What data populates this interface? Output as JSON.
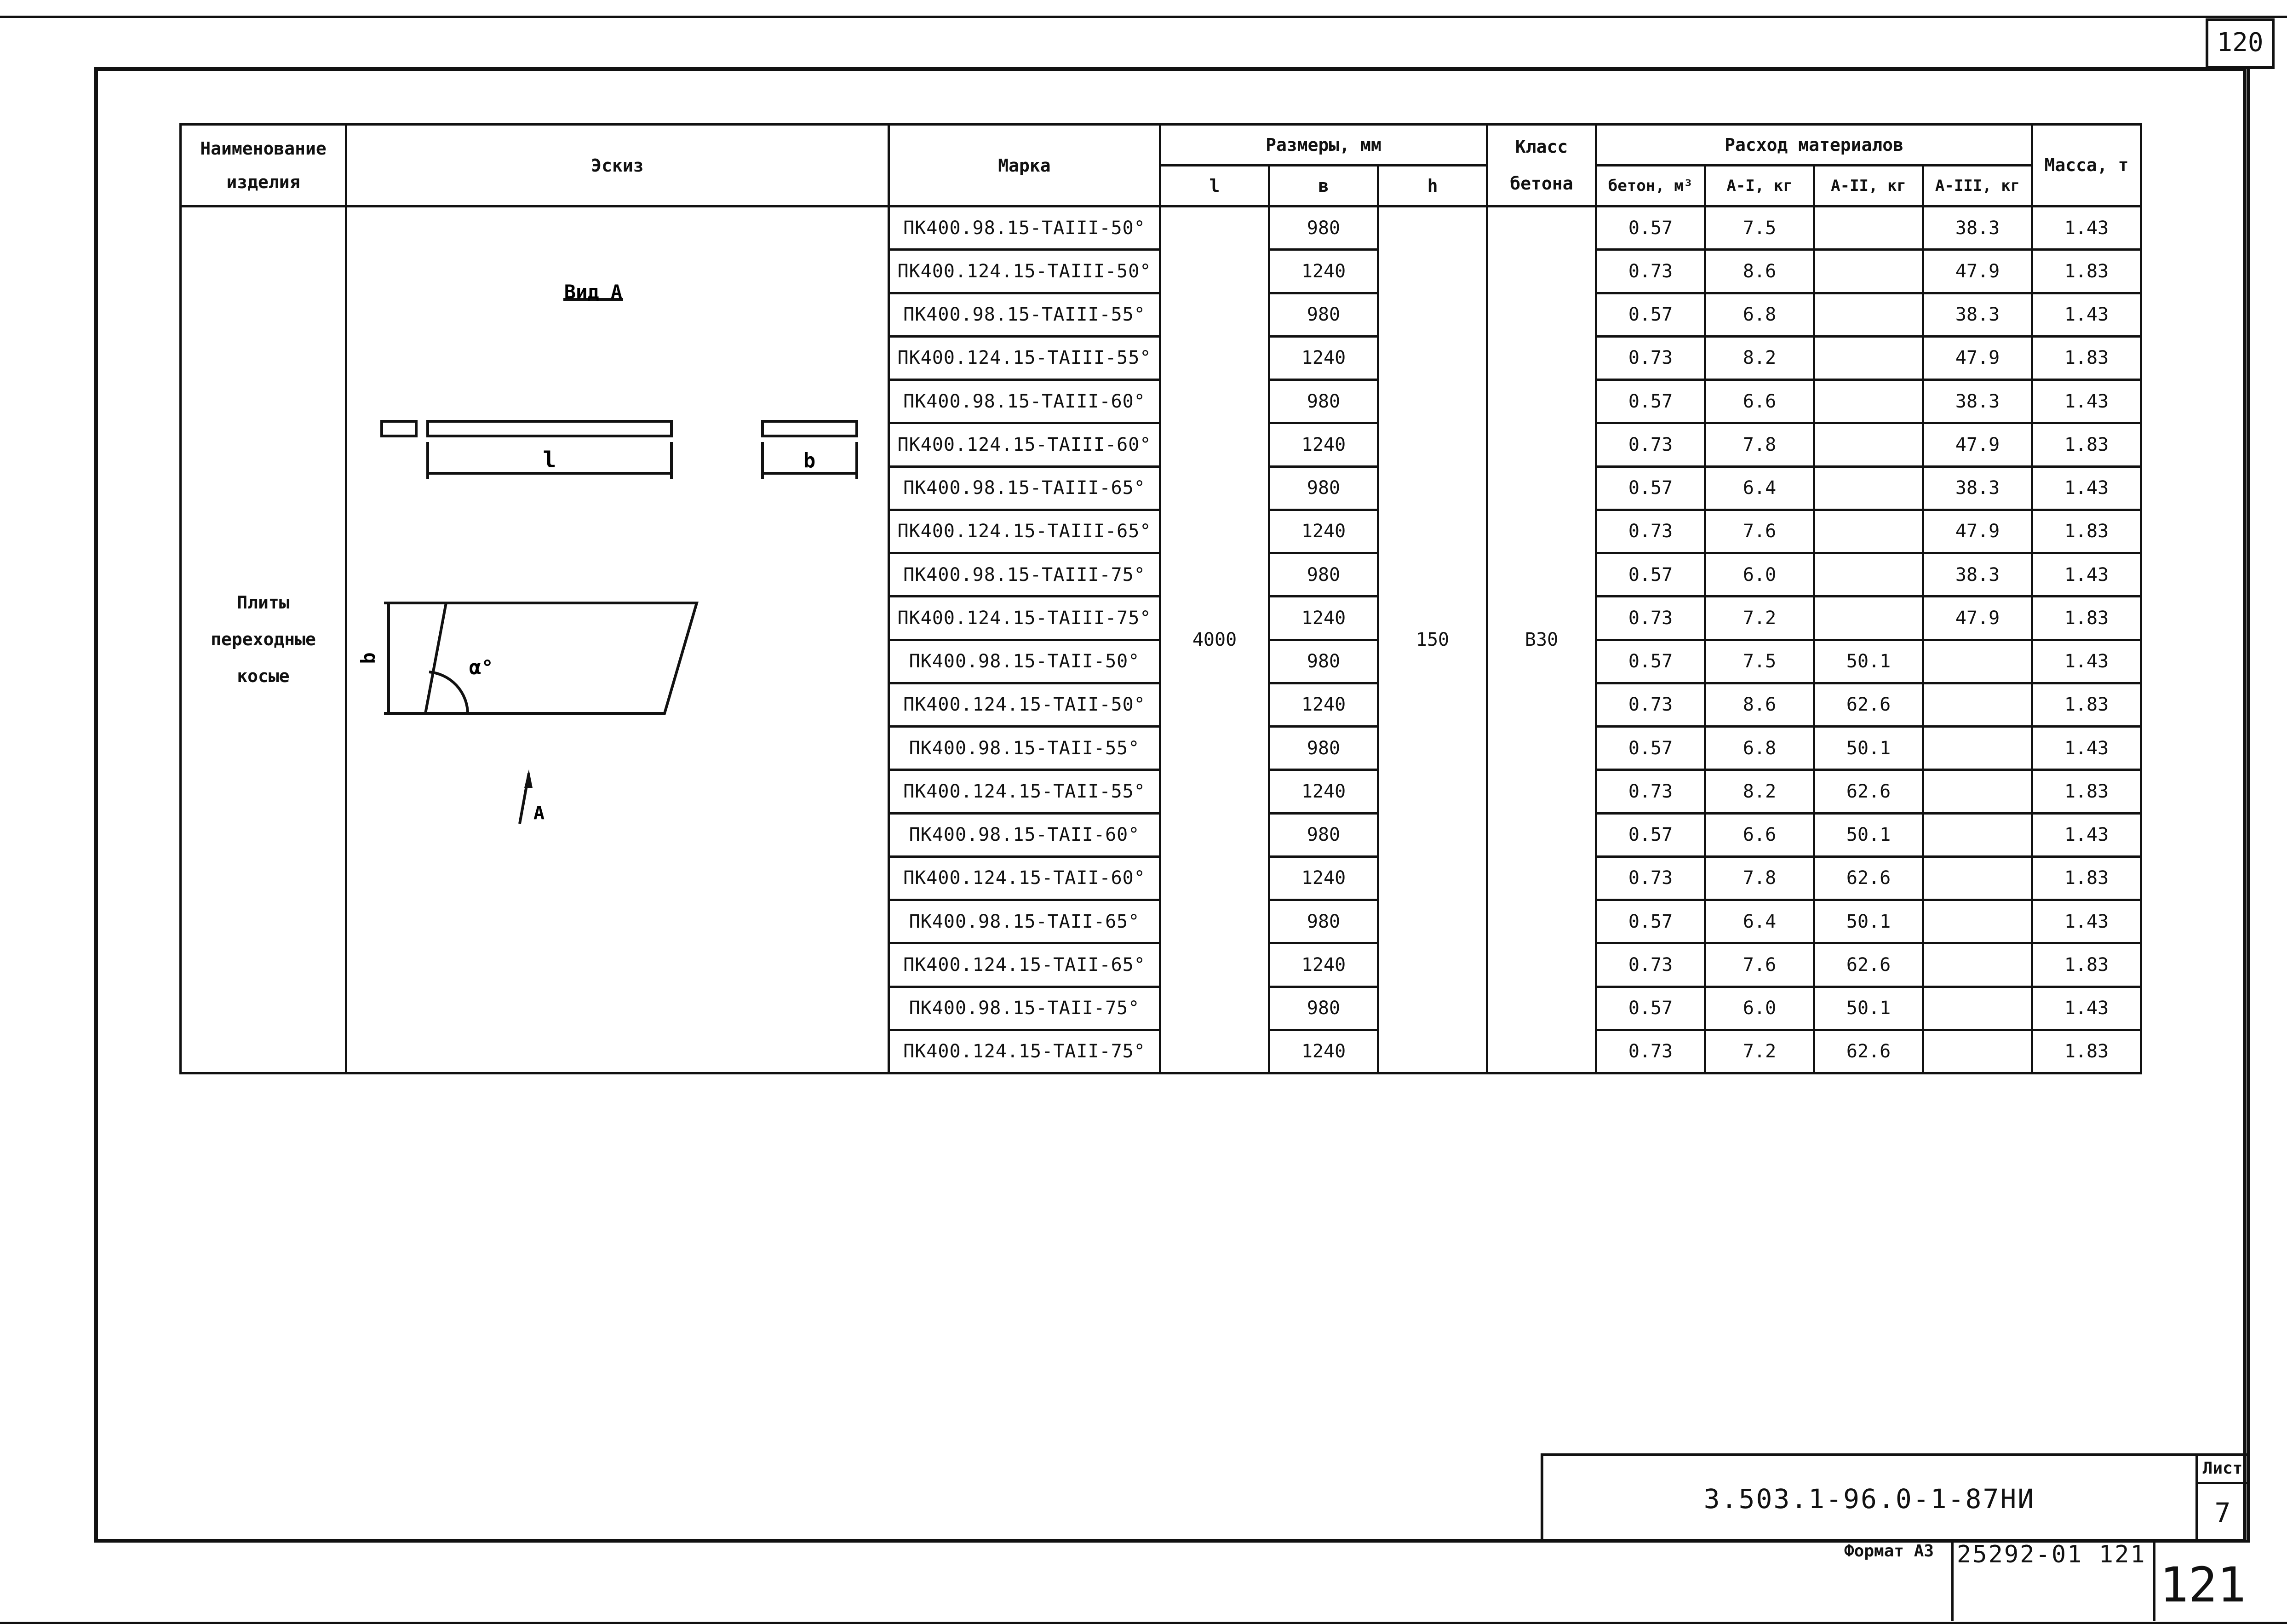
{
  "page_corner_number": "120",
  "table": {
    "headers": {
      "name": "Наименование изделия",
      "sketch": "Эскиз",
      "mark": "Марка",
      "dimensions": "Размеры, мм",
      "dim_l": "l",
      "dim_b": "в",
      "dim_h": "h",
      "concrete_class": "Класс бетона",
      "materials": "Расход материалов",
      "concrete": "бетон, м³",
      "a1": "А-I, кг",
      "a2": "А-II, кг",
      "a3": "А-III, кг",
      "mass": "Масса, т"
    },
    "product_name": "Плиты переходные косые",
    "common": {
      "l": "4000",
      "h": "150",
      "concrete_class": "В30"
    },
    "sketch": {
      "view_title": "Вид А",
      "label_l": "l",
      "label_b": "b",
      "label_b_side": "b",
      "label_alpha": "α°",
      "label_a": "А"
    },
    "rows": [
      {
        "mark": "ПК400.98.15-ТАIII-50°",
        "b": "980",
        "concrete": "0.57",
        "a1": "7.5",
        "a2": "",
        "a3": "38.3",
        "mass": "1.43"
      },
      {
        "mark": "ПК400.124.15-ТАIII-50°",
        "b": "1240",
        "concrete": "0.73",
        "a1": "8.6",
        "a2": "",
        "a3": "47.9",
        "mass": "1.83"
      },
      {
        "mark": "ПК400.98.15-ТАIII-55°",
        "b": "980",
        "concrete": "0.57",
        "a1": "6.8",
        "a2": "",
        "a3": "38.3",
        "mass": "1.43"
      },
      {
        "mark": "ПК400.124.15-ТАIII-55°",
        "b": "1240",
        "concrete": "0.73",
        "a1": "8.2",
        "a2": "",
        "a3": "47.9",
        "mass": "1.83"
      },
      {
        "mark": "ПК400.98.15-ТАIII-60°",
        "b": "980",
        "concrete": "0.57",
        "a1": "6.6",
        "a2": "",
        "a3": "38.3",
        "mass": "1.43"
      },
      {
        "mark": "ПК400.124.15-ТАIII-60°",
        "b": "1240",
        "concrete": "0.73",
        "a1": "7.8",
        "a2": "",
        "a3": "47.9",
        "mass": "1.83"
      },
      {
        "mark": "ПК400.98.15-ТАIII-65°",
        "b": "980",
        "concrete": "0.57",
        "a1": "6.4",
        "a2": "",
        "a3": "38.3",
        "mass": "1.43"
      },
      {
        "mark": "ПК400.124.15-ТАIII-65°",
        "b": "1240",
        "concrete": "0.73",
        "a1": "7.6",
        "a2": "",
        "a3": "47.9",
        "mass": "1.83"
      },
      {
        "mark": "ПК400.98.15-ТАIII-75°",
        "b": "980",
        "concrete": "0.57",
        "a1": "6.0",
        "a2": "",
        "a3": "38.3",
        "mass": "1.43"
      },
      {
        "mark": "ПК400.124.15-ТАIII-75°",
        "b": "1240",
        "concrete": "0.73",
        "a1": "7.2",
        "a2": "",
        "a3": "47.9",
        "mass": "1.83"
      },
      {
        "mark": "ПК400.98.15-ТАII-50°",
        "b": "980",
        "concrete": "0.57",
        "a1": "7.5",
        "a2": "50.1",
        "a3": "",
        "mass": "1.43"
      },
      {
        "mark": "ПК400.124.15-ТАII-50°",
        "b": "1240",
        "concrete": "0.73",
        "a1": "8.6",
        "a2": "62.6",
        "a3": "",
        "mass": "1.83"
      },
      {
        "mark": "ПК400.98.15-ТАII-55°",
        "b": "980",
        "concrete": "0.57",
        "a1": "6.8",
        "a2": "50.1",
        "a3": "",
        "mass": "1.43"
      },
      {
        "mark": "ПК400.124.15-ТАII-55°",
        "b": "1240",
        "concrete": "0.73",
        "a1": "8.2",
        "a2": "62.6",
        "a3": "",
        "mass": "1.83"
      },
      {
        "mark": "ПК400.98.15-ТАII-60°",
        "b": "980",
        "concrete": "0.57",
        "a1": "6.6",
        "a2": "50.1",
        "a3": "",
        "mass": "1.43"
      },
      {
        "mark": "ПК400.124.15-ТАII-60°",
        "b": "1240",
        "concrete": "0.73",
        "a1": "7.8",
        "a2": "62.6",
        "a3": "",
        "mass": "1.83"
      },
      {
        "mark": "ПК400.98.15-ТАII-65°",
        "b": "980",
        "concrete": "0.57",
        "a1": "6.4",
        "a2": "50.1",
        "a3": "",
        "mass": "1.43"
      },
      {
        "mark": "ПК400.124.15-ТАII-65°",
        "b": "1240",
        "concrete": "0.73",
        "a1": "7.6",
        "a2": "62.6",
        "a3": "",
        "mass": "1.83"
      },
      {
        "mark": "ПК400.98.15-ТАII-75°",
        "b": "980",
        "concrete": "0.57",
        "a1": "6.0",
        "a2": "50.1",
        "a3": "",
        "mass": "1.43"
      },
      {
        "mark": "ПК400.124.15-ТАII-75°",
        "b": "1240",
        "concrete": "0.73",
        "a1": "7.2",
        "a2": "62.6",
        "a3": "",
        "mass": "1.83"
      }
    ]
  },
  "title_block": {
    "doc_code": "3.503.1-96.0-1-87НИ",
    "sheet_label": "Лист",
    "sheet_number": "7",
    "format_label": "Формат А3",
    "inventory": "25292-01  121",
    "page_number": "121"
  }
}
